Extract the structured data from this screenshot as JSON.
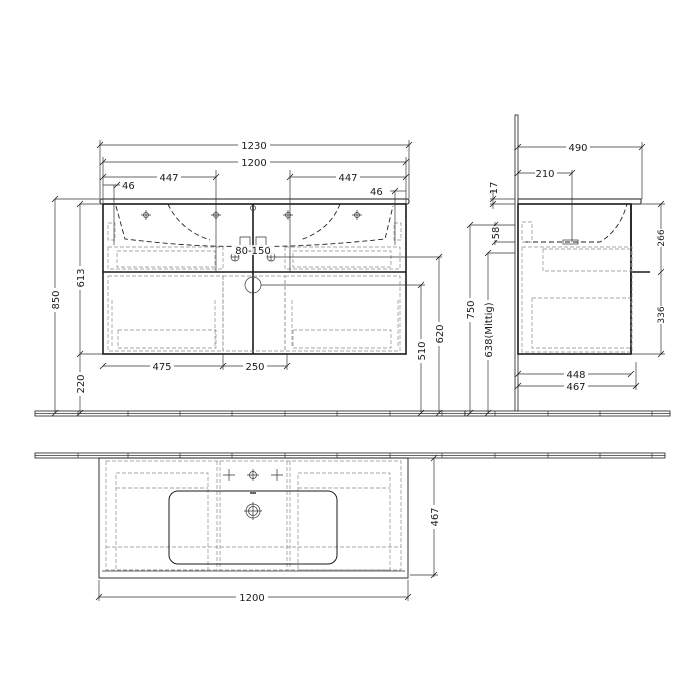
{
  "drawing": {
    "title": "Vanity unit with washbasin - technical dimension drawing",
    "views": [
      "front-elevation",
      "side-elevation",
      "top-plan"
    ]
  },
  "front_view": {
    "dim_overall_width": "1230",
    "dim_cabinet_width": "1200",
    "dim_tap_left": "447",
    "dim_tap_right": "447",
    "dim_edge_left": "46",
    "dim_edge_right": "46",
    "dim_height_total": "850",
    "dim_cabinet_height": "613",
    "dim_floor_clearance": "220",
    "dim_siphon": "80-150",
    "dim_drawer_left": "475",
    "dim_drawer_middle": "250",
    "dim_drain_height": "510",
    "dim_waste_height": "620"
  },
  "side_view": {
    "dim_depth_total": "490",
    "dim_tap_offset": "210",
    "dim_top_thickness": "17",
    "dim_upper_offset": "58",
    "dim_wall_height": "750",
    "dim_center_height": "638(Mittig)",
    "dim_upper_drawer": "266",
    "dim_lower_drawer": "336",
    "dim_cabinet_depth": "448",
    "dim_overall_depth": "467"
  },
  "top_view": {
    "dim_width": "1200",
    "dim_depth": "467"
  }
}
